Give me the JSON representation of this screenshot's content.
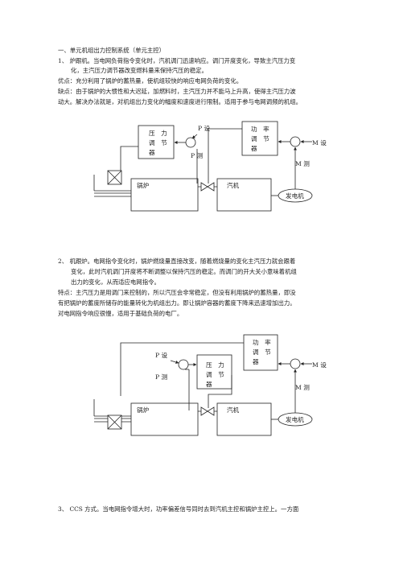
{
  "section_title": "一、单元机组出力控制系统（单元主控）",
  "item1": {
    "heading_a": "1、 炉跟机。当电网负荷指令变化时，汽机调门迅速响应。调门开度变化，导致主汽压力变",
    "heading_b": "化，主汽压力调节器改变燃料量来保持汽压的稳定。",
    "pro": "优点：充分利用了锅炉的蓄热量，使机组较快的响应电网负荷的变化。",
    "con_a": "缺点：由于锅炉的大惯性和大迟延，加燃料时，主汽压力并不能马上升高，使得主汽压力波",
    "con_b": "动大。解决办法就是，对机组出力变化的幅度和速度进行限制。适用于参与电网调频的机组。"
  },
  "item2": {
    "heading_a": "2、 机跟炉。电网指令变化时，锅炉燃烧量直接改变，随着燃烧量的变化主汽压力就会跟着",
    "heading_b": "变化，此时汽机调门开度将不断调整以保持汽压的稳定。而调门的开大关小意味着机组",
    "heading_c": "出力的变化，从而适应电网指令。",
    "feat_a": "特点：主汽压力是用调门来控制的，所以汽压会非常稳定，但没有利用锅炉的蓄热量，即没",
    "feat_b": "有把锅炉的蓄度所储存的能量转化为机组出力。即让锅炉容器的蓄度下降来迅速增加出力。",
    "feat_c": "对电网指令响应很慢，适用于基础负荷的电厂。"
  },
  "item3": {
    "heading_a": "3、 CCS 方式。当电网指令增大时，功率偏差信号同时去到汽机主控和锅炉主控上。一方面"
  },
  "diagram1": {
    "pressure_regulator": [
      "压　力",
      "调　节",
      "器"
    ],
    "power_regulator": [
      "功　率",
      "调　节",
      "器"
    ],
    "boiler": "锅炉",
    "turbine": "汽机",
    "generator": "发电机",
    "p_set": "P 设",
    "p_meas": "P 测",
    "m_set": "M 设",
    "m_meas": "M 测"
  },
  "diagram2": {
    "pressure_regulator": [
      "压　力",
      "调　节",
      "器"
    ],
    "power_regulator": [
      "功　率",
      "调　节",
      "器"
    ],
    "boiler": "锅炉",
    "turbine": "汽机",
    "generator": "发电机",
    "p_set": "P 设",
    "p_meas": "P 测",
    "m_set": "M 设",
    "m_meas": "M 测"
  }
}
